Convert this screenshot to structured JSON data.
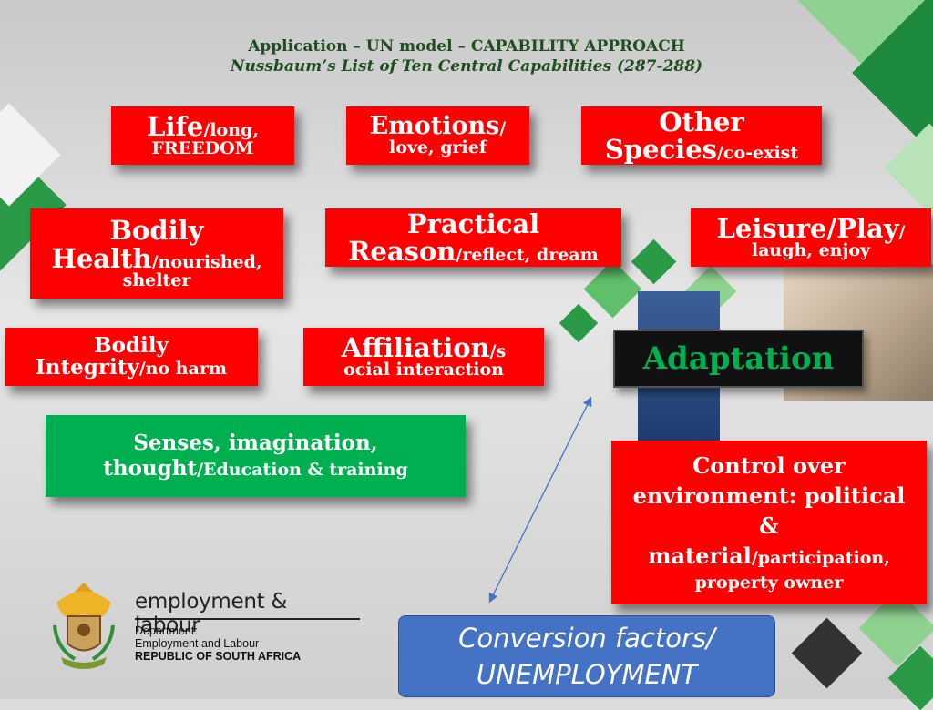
{
  "title": {
    "line1": "Application – UN model – CAPABILITY APPROACH",
    "line2": "Nussbaum’s List of Ten Central Capabilities (287-288)"
  },
  "capabilities": {
    "life": {
      "main": "Life",
      "sub": "/long,",
      "sub2": "FREEDOM"
    },
    "emotions": {
      "main": "Emotions",
      "sub": "/",
      "sub2": "love, grief"
    },
    "other_species": {
      "main": "Other",
      "main2": "Species",
      "sub": "/co-exist"
    },
    "bodily_health": {
      "main": "Bodily",
      "main2": "Health",
      "sub": "/nourished,",
      "sub2": "shelter"
    },
    "practical_reason": {
      "main": "Practical",
      "main2": "Reason",
      "sub": "/reflect, dream"
    },
    "leisure_play": {
      "main": "Leisure/Play",
      "sub": "/",
      "sub2": "laugh, enjoy"
    },
    "bodily_integrity": {
      "main": "Bodily",
      "main2": "Integrity",
      "sub": "/no harm"
    },
    "affiliation": {
      "main": "Affiliation",
      "sub": "/s",
      "sub2": "ocial interaction"
    },
    "senses": {
      "main": "Senses, imagination,",
      "main2": "thought",
      "sub": "/Education & training"
    },
    "control": {
      "line1": "Control over",
      "line2": "environment: political",
      "line3": "&",
      "main": "material",
      "sub": "/participation,",
      "sub2": "property owner"
    }
  },
  "adaptation": "Adaptation",
  "conversion": {
    "line1": "Conversion factors/",
    "line2": "UNEMPLOYMENT"
  },
  "logo": {
    "brand": "employment & labour",
    "dept1": "Department:",
    "dept2": "Employment and Labour",
    "dept3": "REPUBLIC OF SOUTH AFRICA"
  },
  "colors": {
    "red": "#ff0000",
    "green": "#00b050",
    "blue": "#4472c4",
    "title": "#1f4f1f"
  }
}
